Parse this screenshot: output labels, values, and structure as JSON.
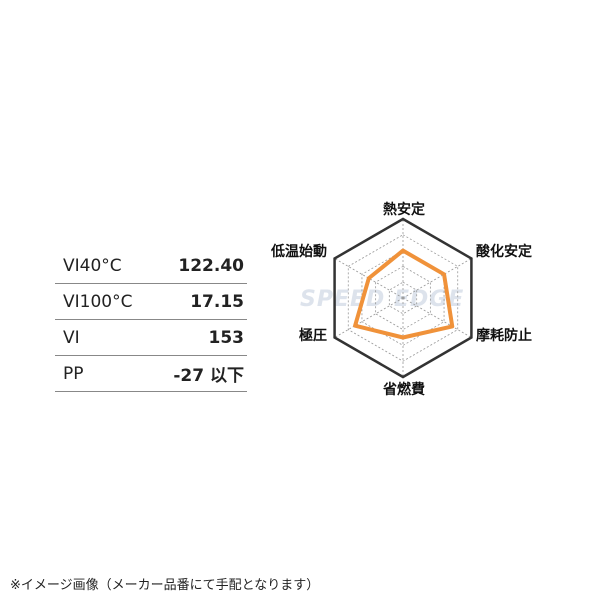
{
  "specs": [
    {
      "label": "VI40°C",
      "value": "122.40"
    },
    {
      "label": "VI100°C",
      "value": "17.15"
    },
    {
      "label": "VI",
      "value": "153"
    },
    {
      "label": "PP",
      "value": "-27 以下"
    }
  ],
  "watermark": "SPEED EDGE",
  "note": "※イメージ画像（メーカー品番にて手配となります）",
  "chart_data": {
    "type": "radar",
    "axes": [
      "熱安定",
      "酸化安定",
      "摩耗防止",
      "省燃費",
      "極圧",
      "低温始動"
    ],
    "values": [
      3,
      3,
      3.6,
      2.5,
      3.5,
      2.5
    ],
    "range": [
      0,
      5
    ],
    "grid_levels": 5,
    "colors": {
      "series": "#f0923a",
      "outline": "#333333",
      "grid": "#999999"
    }
  }
}
